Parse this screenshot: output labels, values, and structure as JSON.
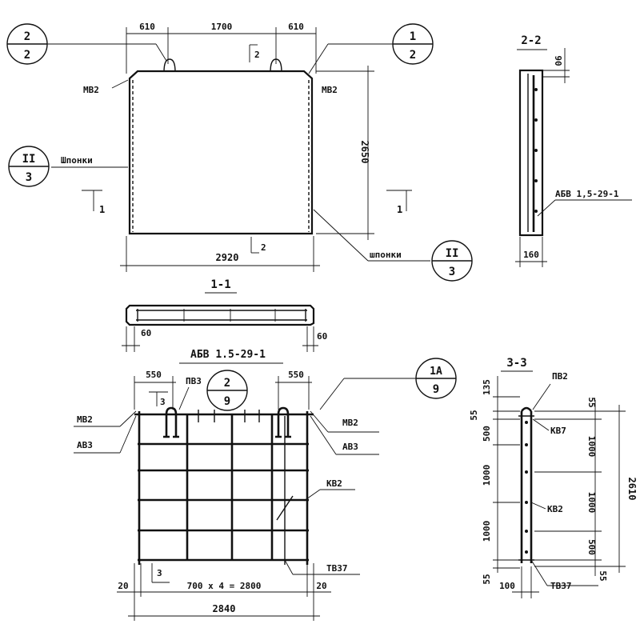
{
  "panel": {
    "dim_left": "610",
    "dim_mid": "1700",
    "dim_right": "610",
    "height": "2650",
    "width": "2920",
    "mark_left": "МВ2",
    "mark_right": "МВ2",
    "keys_left": "Шпонки",
    "keys_right": "шпонки",
    "callout_tl": {
      "top": "2",
      "bottom": "2"
    },
    "callout_tr": {
      "top": "1",
      "bottom": "2"
    },
    "callout_ml": {
      "top": "II",
      "bottom": "3"
    },
    "callout_br": {
      "top": "II",
      "bottom": "3"
    },
    "cut_top": "2",
    "cut_bottom": "2",
    "cut_left": "1",
    "cut_right": "1"
  },
  "section_22": {
    "title": "2-2",
    "dim_top": "90",
    "dim_bottom": "160",
    "label": "АБВ 1,5-29-1"
  },
  "section_11": {
    "title": "1-1",
    "dim_left": "60",
    "dim_right": "60"
  },
  "cage": {
    "title": "АБВ 1.5-29-1",
    "dim_left": "550",
    "dim_right": "550",
    "pv3": "ПВ3",
    "callout_2_9": {
      "top": "2",
      "bottom": "9"
    },
    "callout_1a_9": {
      "top": "1А",
      "bottom": "9"
    },
    "mb2_left": "МВ2",
    "av3_left": "АВ3",
    "mb2_right": "МВ2",
    "av3_right": "АВ3",
    "kv2": "КВ2",
    "tv37": "ТВ37",
    "cut_top": "3",
    "cut_bottom": "3",
    "dim_20_left": "20",
    "dim_20_right": "20",
    "dim_spacing": "700 х 4 = 2800",
    "dim_total": "2840"
  },
  "section_33": {
    "title": "3-3",
    "pv2": "ПВ2",
    "kv7": "КВ7",
    "kv2": "КВ2",
    "tv37": "ТВ37",
    "d135": "135",
    "d55_top": "55",
    "d500_top": "500",
    "d1000_a": "1000",
    "d1000_b": "1000",
    "d55_bottom": "55",
    "d100": "100",
    "r55_top": "55",
    "r1000_a": "1000",
    "r1000_b": "1000",
    "r500": "500",
    "r55_bottom": "55",
    "total": "2610"
  }
}
